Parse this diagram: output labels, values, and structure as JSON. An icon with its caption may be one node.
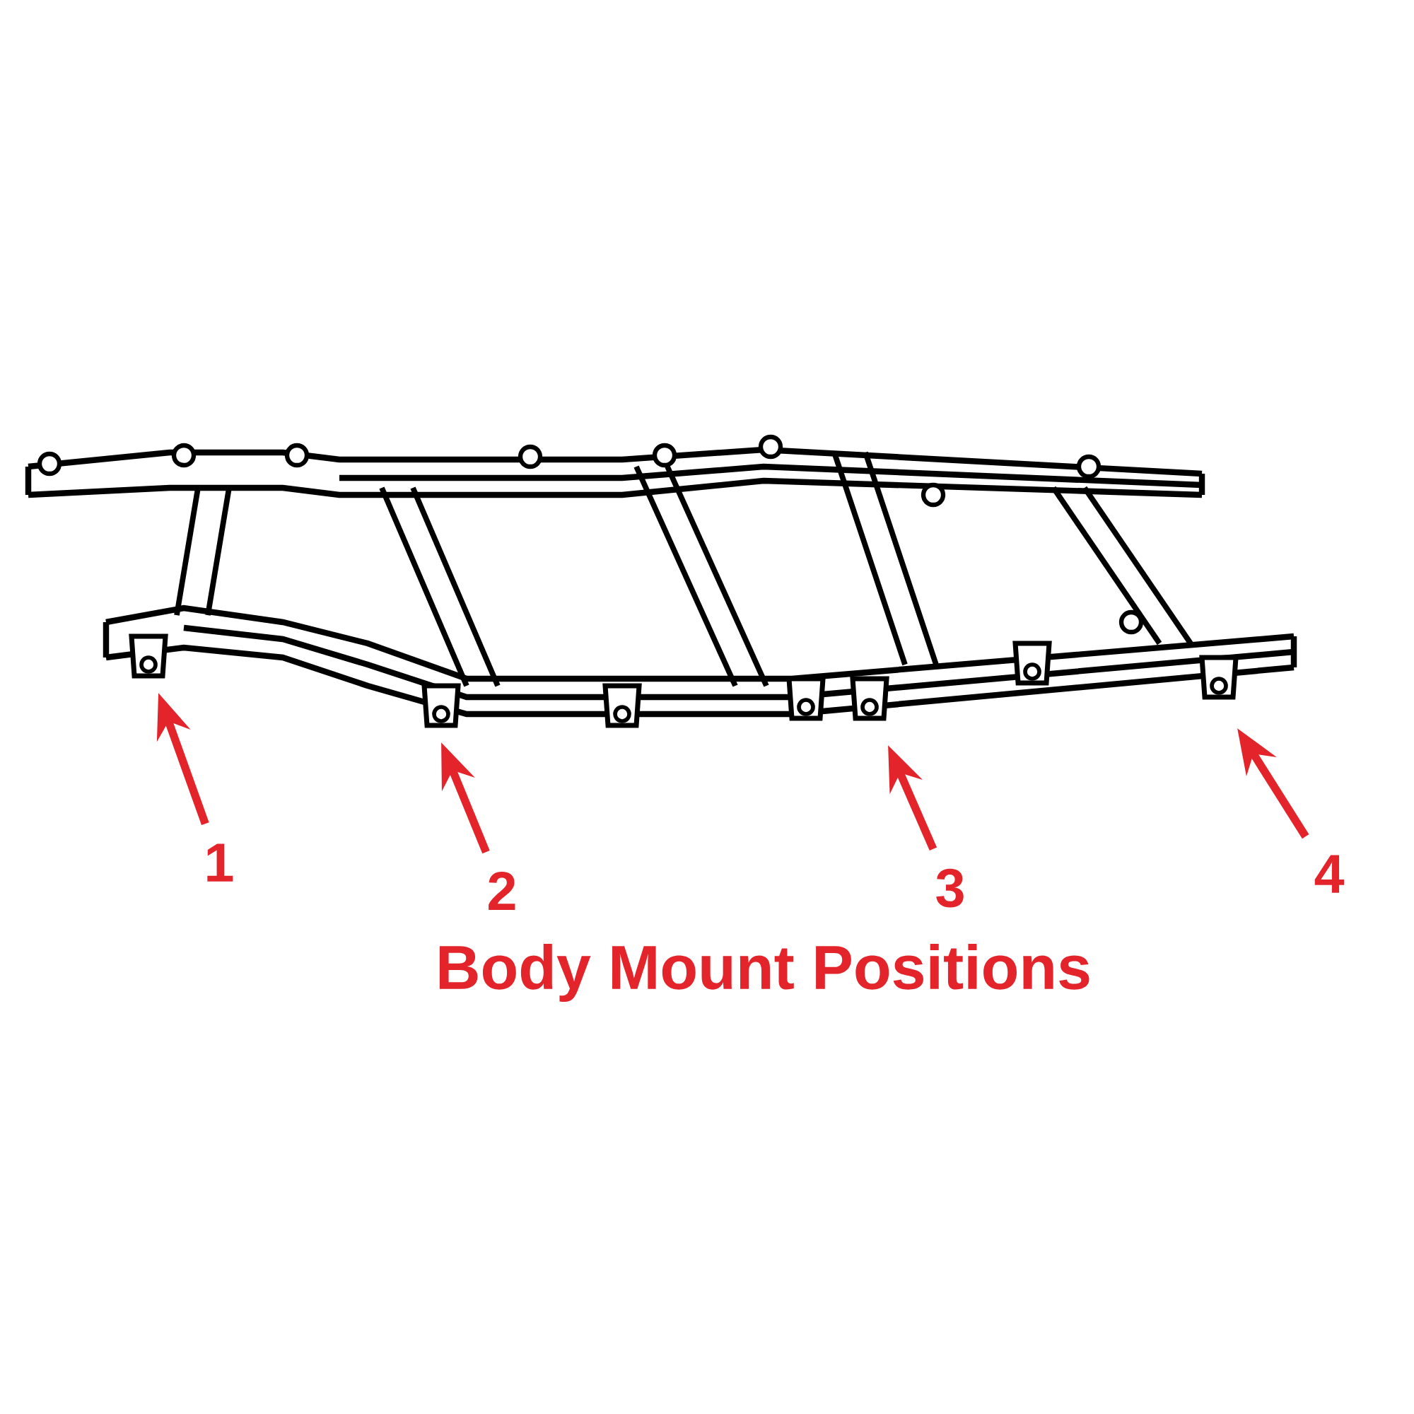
{
  "diagram": {
    "caption": "Body Mount Positions",
    "nodes": [
      {
        "text": [
          "1"
        ]
      },
      {
        "text": [
          "2"
        ]
      },
      {
        "text": [
          "3"
        ]
      },
      {
        "text": [
          "4"
        ]
      }
    ],
    "edges": [
      {
        "from": 0,
        "to": null,
        "arrow": "to",
        "color": "#e3242b"
      },
      {
        "from": 1,
        "to": null,
        "arrow": "to",
        "color": "#e3242b"
      },
      {
        "from": 2,
        "to": null,
        "arrow": "to",
        "color": "#e3242b"
      },
      {
        "from": 3,
        "to": null,
        "arrow": "to",
        "color": "#e3242b"
      }
    ]
  }
}
